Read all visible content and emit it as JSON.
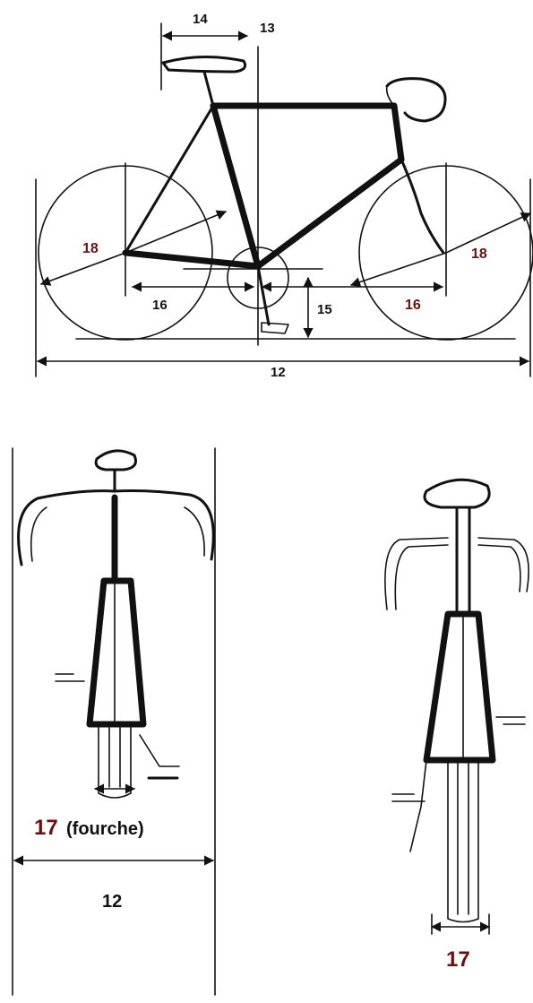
{
  "side_view": {
    "labels": {
      "overall_length": "12",
      "seat_setback": "13",
      "saddle_length": "14",
      "bb_height": "15",
      "rear_center": "16",
      "front_center": "16",
      "rear_wheel": "18",
      "front_wheel": "18"
    }
  },
  "front_view_left": {
    "labels": {
      "fork_num": "17",
      "fork_text": "(fourche)",
      "width": "12"
    }
  },
  "front_view_right": {
    "labels": {
      "fork_num": "17"
    }
  },
  "colors": {
    "ink": "#111111",
    "accent_label": "#6b0f0f",
    "background": "#ffffff"
  }
}
